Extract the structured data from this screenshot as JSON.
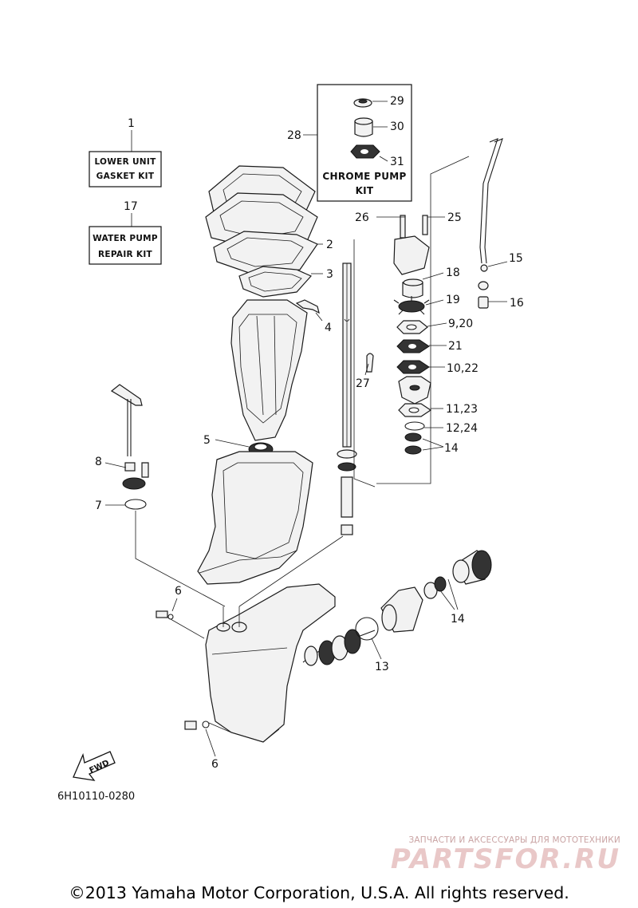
{
  "kits": {
    "gasket": {
      "callout": "1",
      "line1": "LOWER UNIT",
      "line2": "GASKET KIT"
    },
    "water_pump": {
      "callout": "17",
      "line1": "WATER PUMP",
      "line2": "REPAIR KIT"
    },
    "chrome_pump": {
      "callout": "28",
      "line1": "CHROME PUMP",
      "line2": "KIT"
    }
  },
  "callouts": {
    "c2": "2",
    "c3": "3",
    "c4": "4",
    "c5": "5",
    "c6a": "6",
    "c6b": "6",
    "c7": "7",
    "c8": "8",
    "c9": "9,20",
    "c10": "10,22",
    "c11": "11,23",
    "c12": "12,24",
    "c13": "13",
    "c14a": "14",
    "c14b": "14",
    "c15": "15",
    "c16": "16",
    "c18": "18",
    "c19": "19",
    "c21": "21",
    "c25": "25",
    "c26": "26",
    "c27": "27",
    "c29": "29",
    "c30": "30",
    "c31": "31"
  },
  "fwd_label": "FWD",
  "diagram_code": "6H10110-0280",
  "watermark": {
    "tagline": "ЗАПЧАСТИ И АКСЕССУАРЫ ДЛЯ МОТОТЕХНИКИ",
    "brand": "PARTSFOR.RU"
  },
  "copyright": "©2013 Yamaha Motor Corporation, U.S.A. All rights reserved."
}
